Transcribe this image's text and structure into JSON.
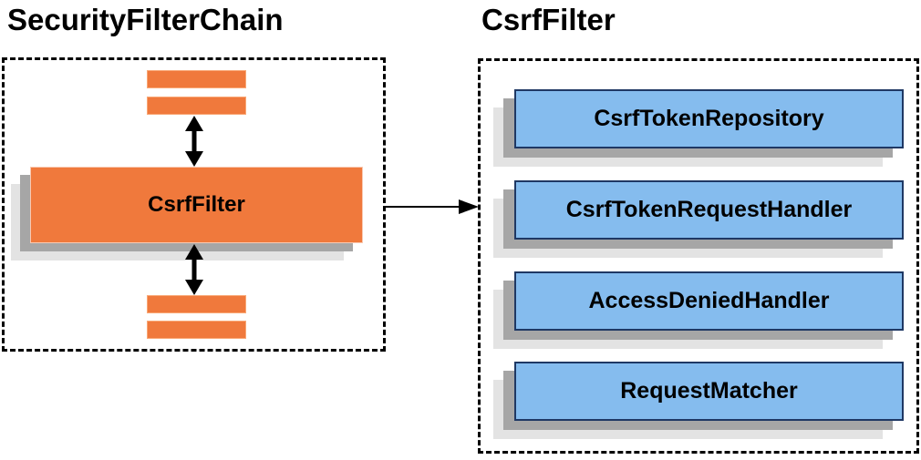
{
  "colors": {
    "orange": "#F0793C",
    "orange-border": "#F9A876",
    "blue-fill": "#85BCEE",
    "blue-border": "#1F3864",
    "shadow-dark": "#A6A6A6",
    "shadow-light": "#E3E3E3",
    "line": "#000000"
  },
  "left_panel": {
    "title": "SecurityFilterChain",
    "filter_box": {
      "label": "CsrfFilter"
    }
  },
  "right_panel": {
    "title": "CsrfFilter",
    "components": [
      "CsrfTokenRepository",
      "CsrfTokenRequestHandler",
      "AccessDeniedHandler",
      "RequestMatcher"
    ]
  }
}
